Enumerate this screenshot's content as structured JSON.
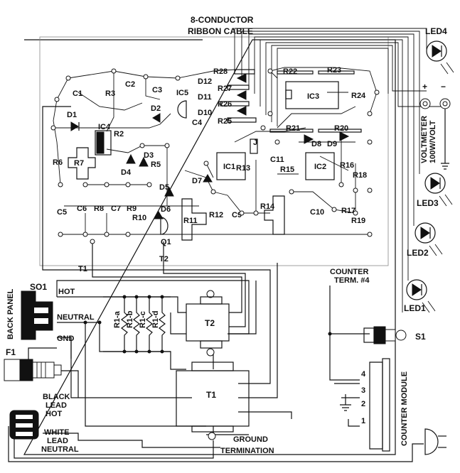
{
  "labels": {
    "ribbon_cable_line1": "8-CONDUCTOR",
    "ribbon_cable_line2": "RIBBON CABLE",
    "back_panel": "BACK PANEL",
    "so1": "SO1",
    "hot": "HOT",
    "neutral": "NEUTRAL",
    "gnd": "GND",
    "f1": "F1",
    "black_lead_1": "BLACK",
    "black_lead_2": "LEAD",
    "black_lead_3": "HOT",
    "white_lead_1": "WHITE",
    "white_lead_2": "LEAD",
    "white_lead_3": "NEUTRAL",
    "ground_term_1": "GROUND",
    "ground_term_2": "TERMINATION",
    "counter_term_1": "COUNTER",
    "counter_term_2": "TERM. #4",
    "counter_module": "COUNTER MODULE",
    "voltmeter_1": "VOLTMETER",
    "voltmeter_2": "100W/VOLT",
    "plus": "+",
    "minus": "−",
    "s1": "S1",
    "t1": "T1",
    "t2": "T2",
    "q1": "Q1",
    "led1": "LED1",
    "led2": "LED2",
    "led3": "LED3",
    "led4": "LED4",
    "pin1": "1",
    "pin2": "2",
    "pin3": "3",
    "pin4": "4"
  },
  "components": {
    "r1a": "R1-a",
    "r1b": "R1-b",
    "r1c": "R1-c",
    "r1d": "R1-d",
    "r2": "R2",
    "r3": "R3",
    "r5": "R5",
    "r6": "R6",
    "r7": "R7",
    "r8": "R8",
    "r9": "R9",
    "r10": "R10",
    "r11": "R11",
    "r12": "R12",
    "r13": "R13",
    "r14": "R14",
    "r15": "R15",
    "r16": "R16",
    "r17": "R17",
    "r18": "R18",
    "r19": "R19",
    "r20": "R20",
    "r21": "R21",
    "r22": "R22",
    "r23": "R23",
    "r24": "R24",
    "r25": "R25",
    "r26": "R26",
    "r27": "R27",
    "r28": "R28",
    "c1": "C1",
    "c2": "C2",
    "c3": "C3",
    "c4": "C4",
    "c5": "C5",
    "c6": "C6",
    "c7": "C7",
    "c9": "C9",
    "c10": "C10",
    "c11": "C11",
    "d1": "D1",
    "d2": "D2",
    "d3": "D3",
    "d4": "D4",
    "d5": "D5",
    "d6": "D6",
    "d7": "D7",
    "d8": "D8",
    "d9": "D9",
    "d10": "D10",
    "d11": "D11",
    "d12": "D12",
    "ic1": "IC1",
    "ic2": "IC2",
    "ic3": "IC3",
    "ic4": "IC4",
    "ic5": "IC5",
    "j": "J"
  }
}
